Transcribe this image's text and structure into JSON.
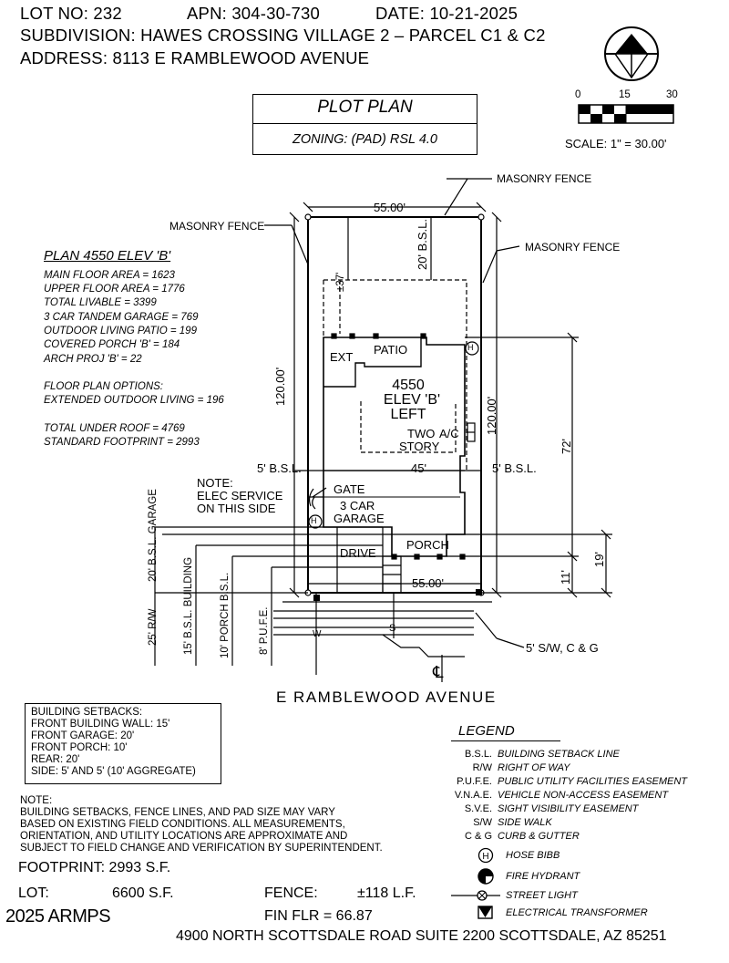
{
  "header": {
    "lot_no": "LOT NO: 232",
    "apn": "APN: 304-30-730",
    "date": "DATE: 10-21-2025",
    "subdivision": "SUBDIVISION: HAWES CROSSING VILLAGE 2 – PARCEL C1 & C2",
    "address": "ADDRESS: 8113 E RAMBLEWOOD AVENUE"
  },
  "title_block": {
    "title": "PLOT PLAN",
    "zoning": "ZONING: (PAD) RSL 4.0"
  },
  "scale": {
    "ticks": [
      "0",
      "15",
      "30"
    ],
    "label": "SCALE: 1\" = 30.00'"
  },
  "plan_info": {
    "heading": "PLAN 4550 ELEV 'B'",
    "lines": [
      "MAIN FLOOR AREA = 1623",
      "UPPER FLOOR AREA = 1776",
      "TOTAL LIVABLE = 3399",
      "3 CAR TANDEM GARAGE = 769",
      "OUTDOOR LIVING PATIO = 199",
      "COVERED PORCH 'B' = 184",
      "ARCH PROJ 'B' = 22"
    ],
    "options_heading": "FLOOR PLAN OPTIONS:",
    "options": [
      "EXTENDED OUTDOOR LIVING = 196"
    ],
    "total_under_roof": "TOTAL UNDER ROOF = 4769",
    "standard_footprint": "STANDARD FOOTPRINT = 2993"
  },
  "drawing": {
    "masonry_fence": "MASONRY FENCE",
    "lot_width_top": "55.00'",
    "lot_width_bottom": "55.00'",
    "depth_left": "120.00'",
    "depth_right": "120.00'",
    "rear_bsl": "20' B.S.L.",
    "rear_dim": "±37'",
    "house_depth": "72'",
    "house_width": "45'",
    "side_bsl_left": "5' B.S.L.",
    "side_bsl_right": "5' B.S.L.",
    "dim_19": "19'",
    "dim_11": "11'",
    "ext": "EXT",
    "patio": "PATIO",
    "house_plan": "4550",
    "house_elev": "ELEV 'B'",
    "house_hand": "LEFT",
    "two": "TWO",
    "story": "STORY",
    "ac": "A/C",
    "gate": "GATE",
    "garage_1": "3 CAR",
    "garage_2": "GARAGE",
    "drive": "DRIVE",
    "porch": "PORCH",
    "note_1": "NOTE:",
    "note_2": "ELEC SERVICE",
    "note_3": "ON THIS SIDE",
    "garage_bsl": "20' B.S.L. GARAGE",
    "row": "25' R/W",
    "building_bsl": "15' B.S.L. BUILDING",
    "porch_bsl": "10' PORCH B.S.L.",
    "pufe": "8' P.U.F.E.",
    "sw_cg": "5' S/W, C & G",
    "street": "E  RAMBLEWOOD  AVENUE",
    "hose_bibb_mark": "H",
    "s_mark": "S",
    "w_mark": "W",
    "cl_mark": "℄"
  },
  "setbacks": {
    "heading": "BUILDING SETBACKS:",
    "lines": [
      "FRONT BUILDING WALL: 15'",
      "FRONT GARAGE: 20'",
      "FRONT PORCH: 10'",
      "REAR: 20'",
      "SIDE: 5' AND 5' (10' AGGREGATE)"
    ]
  },
  "note": {
    "lines": [
      "NOTE:",
      "BUILDING SETBACKS, FENCE LINES, AND PAD SIZE MAY VARY",
      "BASED ON EXISTING FIELD CONDITIONS.  ALL MEASUREMENTS,",
      "ORIENTATION, AND UTILITY LOCATIONS ARE APPROXIMATE AND",
      "SUBJECT TO FIELD CHANGE AND VERIFICATION BY SUPERINTENDENT."
    ]
  },
  "footer": {
    "footprint": "FOOTPRINT: 2993 S.F.",
    "lot_label": "LOT:",
    "lot_value": "6600 S.F.",
    "fence_label": "FENCE:",
    "fence_value": "±118 L.F.",
    "fin_flr": "FIN FLR = 66.87",
    "copyright": "2025 ARMPS",
    "address": "4900 NORTH SCOTTSDALE ROAD SUITE 2200 SCOTTSDALE, AZ  85251"
  },
  "legend": {
    "title": "LEGEND",
    "rows": [
      {
        "abbr": "B.S.L.",
        "def": "BUILDING SETBACK LINE"
      },
      {
        "abbr": "R/W",
        "def": "RIGHT OF WAY"
      },
      {
        "abbr": "P.U.F.E.",
        "def": "PUBLIC UTILITY FACILITIES EASEMENT"
      },
      {
        "abbr": "V.N.A.E.",
        "def": "VEHICLE NON-ACCESS EASEMENT"
      },
      {
        "abbr": "S.V.E.",
        "def": "SIGHT VISIBILITY EASEMENT"
      },
      {
        "abbr": "S/W",
        "def": "SIDE WALK"
      },
      {
        "abbr": "C & G",
        "def": "CURB & GUTTER"
      }
    ],
    "symbols": [
      {
        "icon": "hose-bibb-icon",
        "def": "HOSE BIBB"
      },
      {
        "icon": "fire-hydrant-icon",
        "def": "FIRE HYDRANT"
      },
      {
        "icon": "street-light-icon",
        "def": "STREET LIGHT"
      },
      {
        "icon": "electrical-transformer-icon",
        "def": "ELECTRICAL TRANSFORMER"
      }
    ]
  }
}
